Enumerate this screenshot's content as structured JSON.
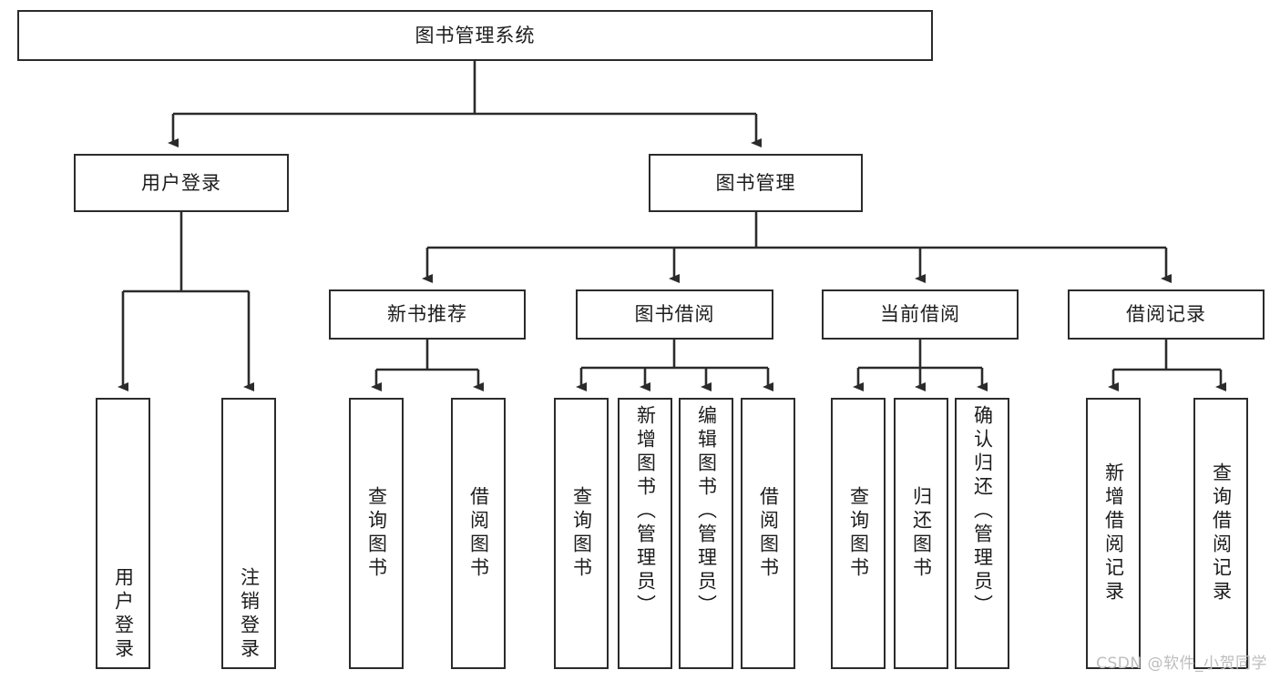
{
  "diagram": {
    "type": "tree-hierarchy",
    "title": "图书管理系统",
    "watermark": "CSDN @软件_小贺同学",
    "colors": {
      "box_border": "#2b2b2b",
      "box_fill": "#ffffff",
      "connector": "#2b2b2b",
      "text": "#1c1c1c",
      "watermark": "#bdbdbd",
      "background": "#ffffff"
    },
    "root": {
      "label": "图书管理系统"
    },
    "level2": [
      {
        "label": "用户登录"
      },
      {
        "label": "图书管理"
      }
    ],
    "level3": [
      {
        "label": "新书推荐"
      },
      {
        "label": "图书借阅"
      },
      {
        "label": "当前借阅"
      },
      {
        "label": "借阅记录"
      }
    ],
    "leaves": {
      "user_login": [
        {
          "label": "用户登录"
        },
        {
          "label": "注销登录"
        }
      ],
      "new_book_recommend": [
        {
          "label": "查询图书"
        },
        {
          "label": "借阅图书"
        }
      ],
      "book_borrow": [
        {
          "label": "查询图书"
        },
        {
          "label": "新增图书（管理员）"
        },
        {
          "label": "编辑图书（管理员）"
        },
        {
          "label": "借阅图书"
        }
      ],
      "current_borrow": [
        {
          "label": "查询图书"
        },
        {
          "label": "归还图书"
        },
        {
          "label": "确认归还（管理员）"
        }
      ],
      "borrow_record": [
        {
          "label": "新增借阅记录"
        },
        {
          "label": "查询借阅记录"
        }
      ]
    }
  }
}
